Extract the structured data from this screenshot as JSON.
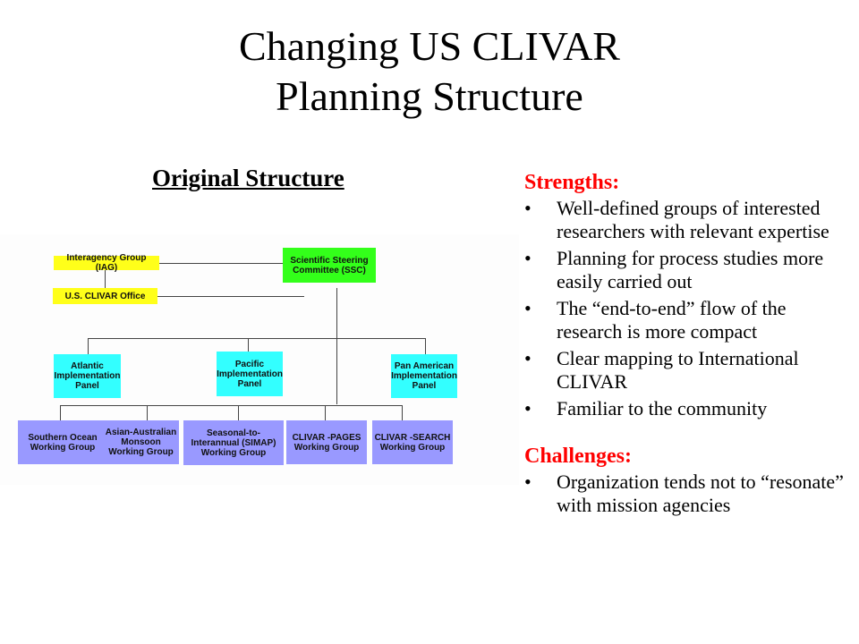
{
  "title": {
    "line1": "Changing US CLIVAR",
    "line2": "Planning Structure"
  },
  "left": {
    "heading": "Original Structure"
  },
  "org_chart": {
    "nodes": {
      "iag": "Interagency Group (IAG)",
      "office": "U.S. CLIVAR Office",
      "ssc": "Scientific Steering Committee (SSC)",
      "atlantic": "Atlantic Implementation Panel",
      "pacific": "Pacific Implementation Panel",
      "panam": "Pan American Implementation Panel",
      "southern": "Southern Ocean Working Group",
      "asian": "Asian-Australian Monsoon Working Group",
      "simap": "Seasonal-to-Interannual (SIMAP) Working Group",
      "pages": "CLIVAR -PAGES Working Group",
      "search": "CLIVAR -SEARCH Working Group"
    },
    "colors": {
      "coordination": "#ffff1a",
      "steering": "#33ff1a",
      "panel": "#33ffff",
      "working_group": "#9999ff"
    }
  },
  "strengths": {
    "heading": "Strengths:",
    "items": [
      "Well-defined groups of interested researchers with relevant expertise",
      "Planning for process studies more easily carried out",
      "The “end-to-end” flow of the research is more compact",
      "Clear mapping to International CLIVAR",
      "Familiar to the community"
    ]
  },
  "challenges": {
    "heading": "Challenges:",
    "items": [
      "Organization tends not to “resonate” with mission agencies"
    ]
  },
  "bullet": "•"
}
